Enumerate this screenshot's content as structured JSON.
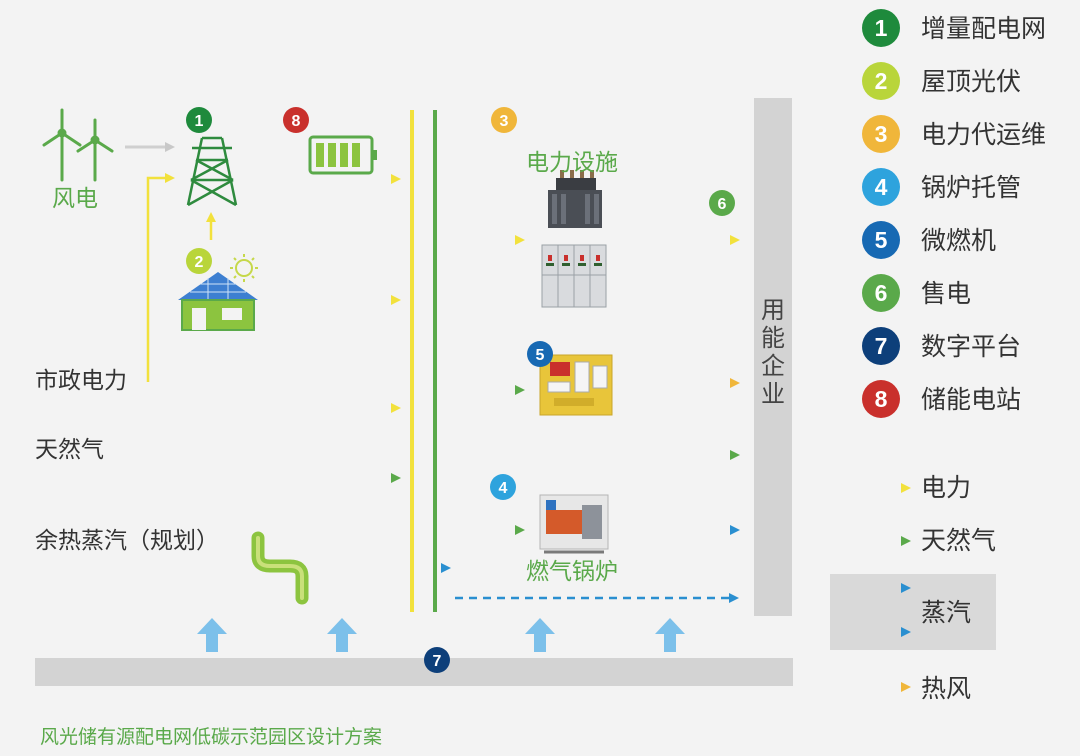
{
  "colors": {
    "power": "#f2e13c",
    "gas": "#5aa94a",
    "steam_light": "#7fd0ee",
    "steam_dark": "#2a8fd0",
    "hot_air": "#f0b63a",
    "user_bar": "#d3d3d3",
    "platform_bar": "#d3d3d3",
    "up_arrow": "#7cc0ea",
    "wind_arrow": "#cfcfcf"
  },
  "legend": [
    {
      "num": "1",
      "label": "增量配电网",
      "color": "#1e8a3c",
      "icon": "number-badge"
    },
    {
      "num": "2",
      "label": "屋顶光伏",
      "color": "#b9d53a",
      "icon": "number-badge"
    },
    {
      "num": "3",
      "label": "电力代运维",
      "color": "#f0b63a",
      "icon": "number-badge"
    },
    {
      "num": "4",
      "label": "锅炉托管",
      "color": "#2ea3dd",
      "icon": "number-badge"
    },
    {
      "num": "5",
      "label": "微燃机",
      "color": "#1769b3",
      "icon": "number-badge"
    },
    {
      "num": "6",
      "label": "售电",
      "color": "#5aa94a",
      "icon": "number-badge"
    },
    {
      "num": "7",
      "label": "数字平台",
      "color": "#0d3f7a",
      "icon": "number-badge"
    },
    {
      "num": "8",
      "label": "储能电站",
      "color": "#c9302c",
      "icon": "number-badge"
    }
  ],
  "flow_legend": [
    {
      "label": "电力",
      "icon": "yellow-arrow-icon"
    },
    {
      "label": "天然气",
      "icon": "green-arrow-icon"
    },
    {
      "label": "蒸汽",
      "icon": "blue-arrow-icon"
    },
    {
      "label": "热风",
      "icon": "orange-arrow-icon"
    }
  ],
  "diagram": {
    "wind_label": "风电",
    "municipal_label": "市政电力",
    "gas_label": "天然气",
    "steam_label": "余热蒸汽（规划）",
    "facility_label": "电力设施",
    "boiler_label": "燃气锅炉",
    "user_label": "用能企业",
    "badges": {
      "b1": "1",
      "b2": "2",
      "b3": "3",
      "b4": "4",
      "b5": "5",
      "b6": "6",
      "b7": "7",
      "b8": "8"
    }
  },
  "footer": "风光储有源配电网低碳示范园区设计方案"
}
